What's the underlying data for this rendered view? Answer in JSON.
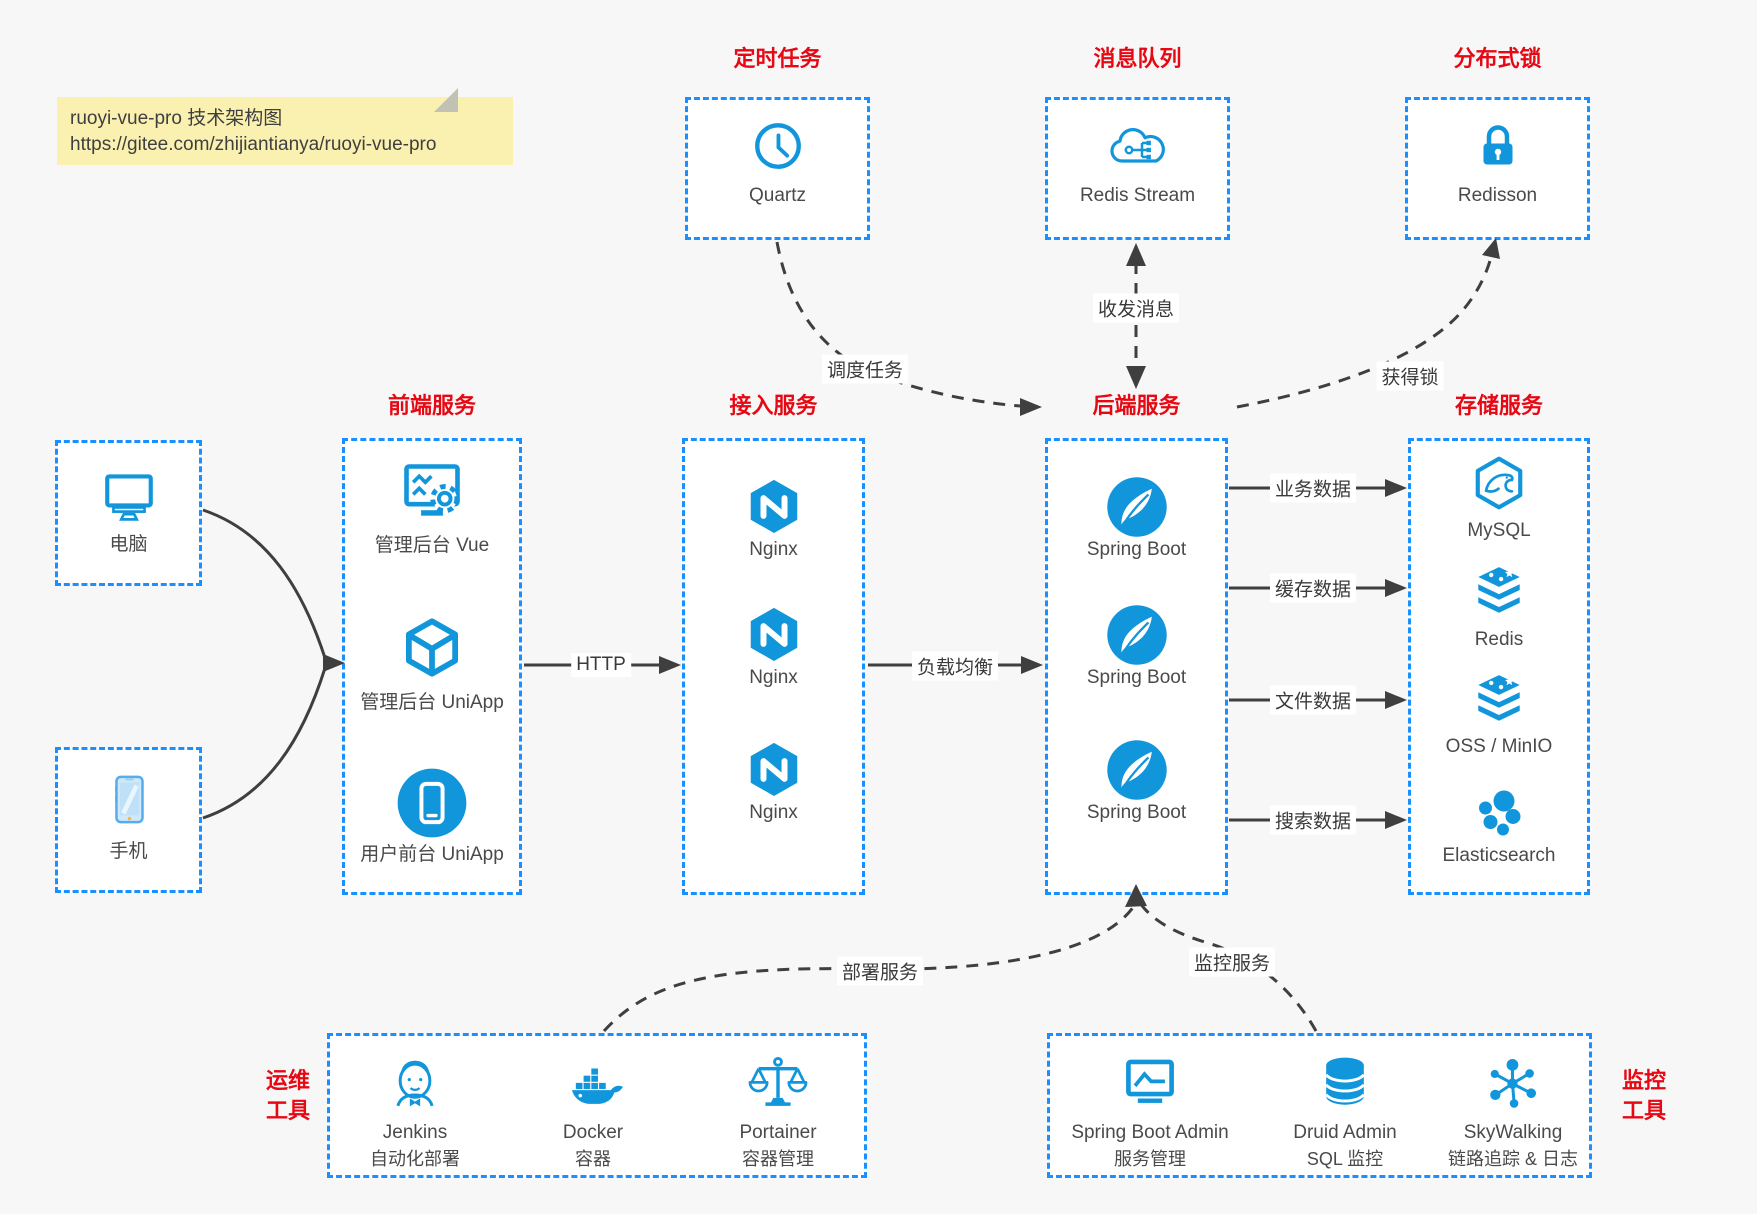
{
  "note": {
    "title": "ruoyi-vue-pro 技术架构图",
    "url": "https://gitee.com/zhijiantianya/ruoyi-vue-pro"
  },
  "groups": {
    "scheduler": {
      "title": "定时任务",
      "item": {
        "label": "Quartz"
      }
    },
    "mq": {
      "title": "消息队列",
      "item": {
        "label": "Redis Stream"
      }
    },
    "lock": {
      "title": "分布式锁",
      "item": {
        "label": "Redisson"
      }
    },
    "clients": {
      "pc": "电脑",
      "phone": "手机"
    },
    "frontend": {
      "title": "前端服务",
      "items": [
        {
          "label": "管理后台 Vue"
        },
        {
          "label": "管理后台 UniApp"
        },
        {
          "label": "用户前台 UniApp"
        }
      ]
    },
    "gateway": {
      "title": "接入服务",
      "items": [
        {
          "label": "Nginx"
        },
        {
          "label": "Nginx"
        },
        {
          "label": "Nginx"
        }
      ]
    },
    "backend": {
      "title": "后端服务",
      "items": [
        {
          "label": "Spring Boot"
        },
        {
          "label": "Spring Boot"
        },
        {
          "label": "Spring Boot"
        }
      ]
    },
    "storage": {
      "title": "存储服务",
      "items": [
        {
          "label": "MySQL"
        },
        {
          "label": "Redis"
        },
        {
          "label": "OSS / MinIO"
        },
        {
          "label": "Elasticsearch"
        }
      ]
    },
    "devops": {
      "title_line1": "运维",
      "title_line2": "工具",
      "items": [
        {
          "name": "Jenkins",
          "desc": "自动化部署"
        },
        {
          "name": "Docker",
          "desc": "容器"
        },
        {
          "name": "Portainer",
          "desc": "容器管理"
        }
      ]
    },
    "monitoring": {
      "title_line1": "监控",
      "title_line2": "工具",
      "items": [
        {
          "name": "Spring Boot Admin",
          "desc": "服务管理"
        },
        {
          "name": "Druid Admin",
          "desc": "SQL 监控"
        },
        {
          "name": "SkyWalking",
          "desc": "链路追踪 & 日志"
        }
      ]
    }
  },
  "edges": {
    "http": "HTTP",
    "load_balance": "负载均衡",
    "schedule": "调度任务",
    "message": "收发消息",
    "acquire_lock": "获得锁",
    "business_data": "业务数据",
    "cache_data": "缓存数据",
    "file_data": "文件数据",
    "search_data": "搜索数据",
    "deploy": "部署服务",
    "monitor": "监控服务"
  },
  "colors": {
    "icon_blue": "#1296db",
    "border_blue": "#1890ff",
    "title_red": "#e60914",
    "arrow_gray": "#3f3f3f",
    "note_yellow": "#faf1b0"
  }
}
